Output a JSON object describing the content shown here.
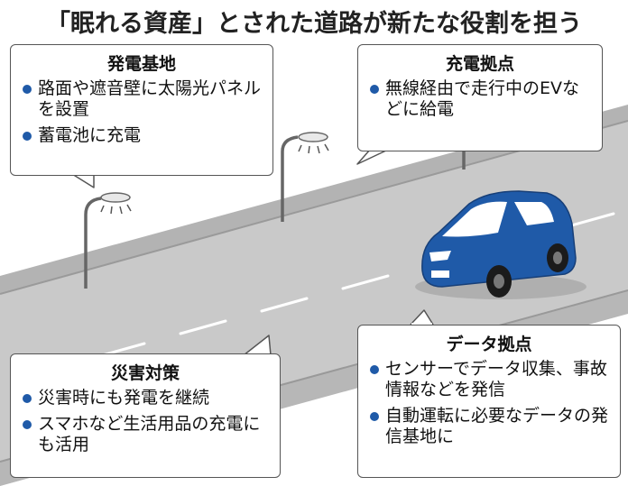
{
  "title": "「眠れる資産」とされた道路が新たな役割を担う",
  "boxes": {
    "power": {
      "heading": "発電基地",
      "items": [
        "路面や遮音壁に太陽光パネルを設置",
        "蓄電池に充電"
      ]
    },
    "charging": {
      "heading": "充電拠点",
      "items": [
        "無線経由で走行中のEVなどに給電"
      ]
    },
    "disaster": {
      "heading": "災害対策",
      "items": [
        "災害時にも発電を継続",
        "スマホなど生活用品の充電にも活用"
      ]
    },
    "data": {
      "heading": "データ拠点",
      "items": [
        "センサーでデータ収集、事故情報などを発信",
        "自動運転に必要なデータの発信基地に"
      ]
    }
  },
  "colors": {
    "road": "#c9c9c9",
    "road_shoulder": "#bdbdbd",
    "car": "#1f5aa8",
    "bullet": "#1f5aa8"
  },
  "icons": {
    "car": "car-icon",
    "street_light": "street-light-icon"
  }
}
